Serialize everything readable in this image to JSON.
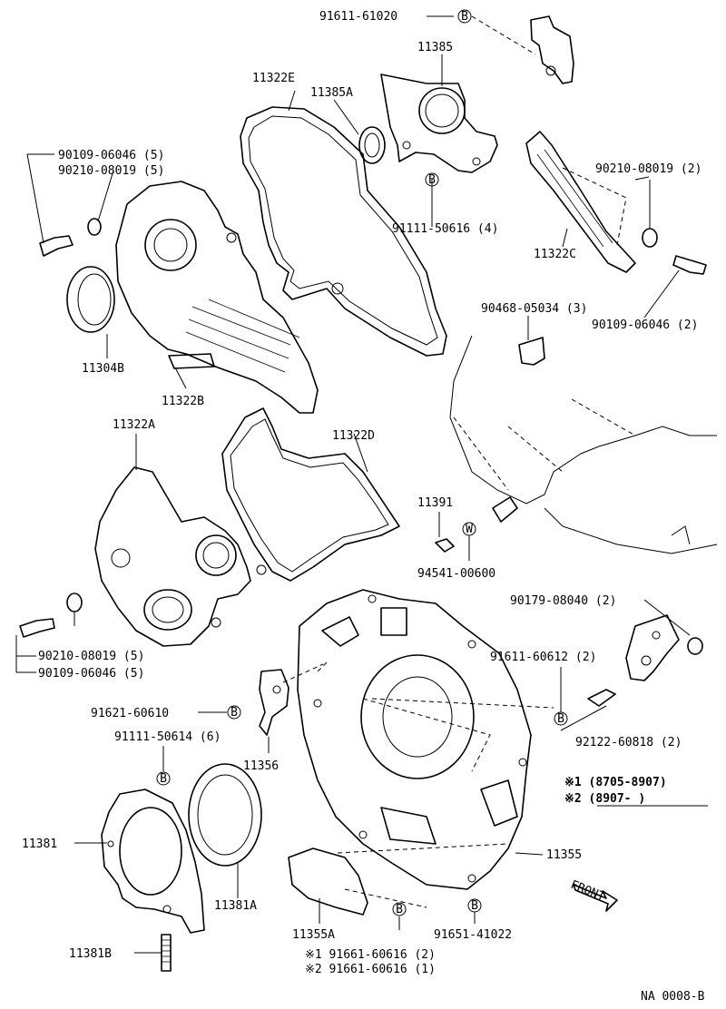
{
  "labels": {
    "p91611_61020": "91611-61020",
    "p11385": "11385",
    "p11322E": "11322E",
    "p11385A": "11385A",
    "p90109_06046_5a": "90109-06046 (5)",
    "p90210_08019_5a": "90210-08019 (5)",
    "p90210_08019_2": "90210-08019 (2)",
    "p91111_50616_4": "91111-50616 (4)",
    "p11322C": "11322C",
    "p90468_05034_3": "90468-05034 (3)",
    "p90109_06046_2": "90109-06046 (2)",
    "p11304B": "11304B",
    "p11322B": "11322B",
    "p11322A": "11322A",
    "p11322D": "11322D",
    "p11391": "11391",
    "p94541_00600": "94541-00600",
    "p90179_08040_2": "90179-08040 (2)",
    "p90210_08019_5b": "90210-08019 (5)",
    "p90109_06046_5b": "90109-06046 (5)",
    "p91611_60612_2": "91611-60612 (2)",
    "p91621_60610": "91621-60610",
    "p91111_50614_6": "91111-50614 (6)",
    "p11356": "11356",
    "p92122_60818_2": "92122-60818 (2)",
    "p11381": "11381",
    "p11381A": "11381A",
    "p11355": "11355",
    "p11355A": "11355A",
    "p91651_41022": "91651-41022",
    "p11381B": "11381B",
    "p91661_60616_2": "※1 91661-60616 (2)",
    "p91661_60616_1": "※2 91661-60616 (1)"
  },
  "markers": {
    "bolt": "B",
    "washer": "W"
  },
  "legend": {
    "row1": "※1 (8705-8907)",
    "row2": "※2 (8907-      )"
  },
  "front_label": "FRONT",
  "figure_code": "NA 0008-B"
}
